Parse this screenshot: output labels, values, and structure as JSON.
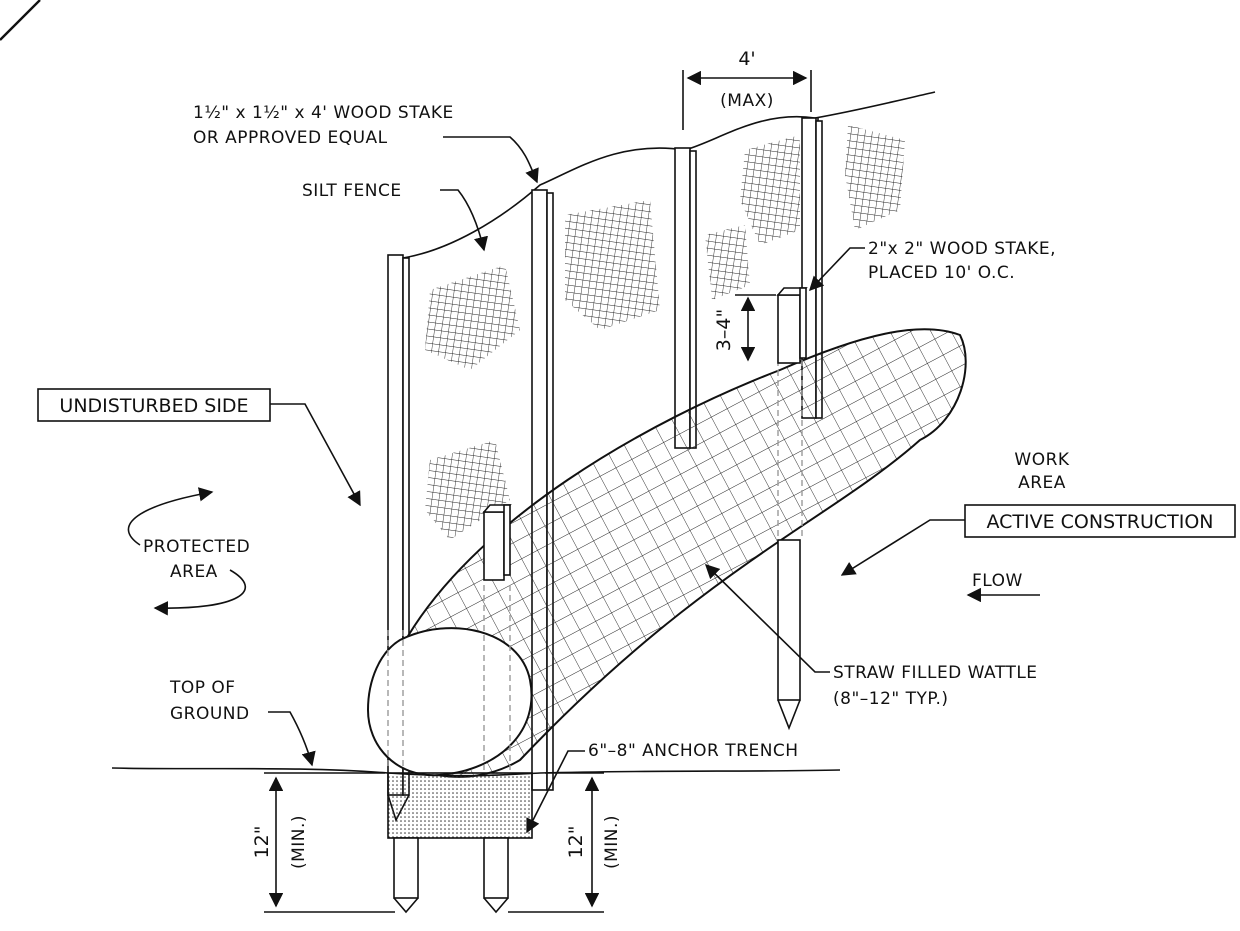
{
  "labels": {
    "wood_stake_large_l1": "1½\" x 1½\" x 4' WOOD STAKE",
    "wood_stake_large_l2": "OR APPROVED EQUAL",
    "silt_fence": "SILT FENCE",
    "spacing_value": "4'",
    "spacing_note": "(MAX)",
    "wood_stake_small_l1": "2\"x 2\" WOOD STAKE,",
    "wood_stake_small_l2": "PLACED 10' O.C.",
    "stake_height": "3–4\"",
    "undisturbed_side": "UNDISTURBED SIDE",
    "protected_area_l1": "PROTECTED",
    "protected_area_l2": "AREA",
    "work_area_l1": "WORK",
    "work_area_l2": "AREA",
    "active_construction": "ACTIVE CONSTRUCTION",
    "flow": "FLOW",
    "wattle_l1": "STRAW FILLED WATTLE",
    "wattle_l2": "(8\"–12\" TYP.)",
    "top_of_ground_l1": "TOP OF",
    "top_of_ground_l2": "GROUND",
    "anchor_trench": "6\"–8\" ANCHOR TRENCH",
    "depth_left_value": "12\"",
    "depth_left_note": "(MIN.)",
    "depth_right_value": "12\"",
    "depth_right_note": "(MIN.)"
  },
  "colors": {
    "line": "#111111",
    "hidden_line": "#9a9a9a",
    "trench_fill": "#d9d9d9"
  }
}
